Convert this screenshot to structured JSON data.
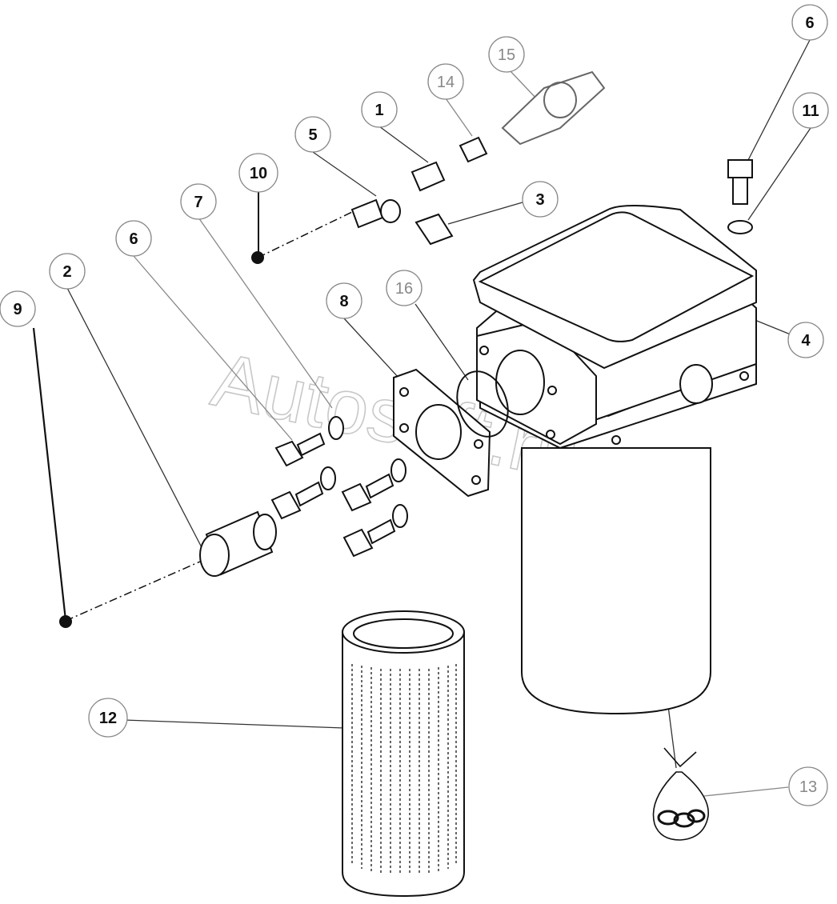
{
  "watermark": "Autosoft.ru",
  "callouts": [
    {
      "id": "c1",
      "label": "1"
    },
    {
      "id": "c2",
      "label": "2"
    },
    {
      "id": "c3",
      "label": "3"
    },
    {
      "id": "c4",
      "label": "4"
    },
    {
      "id": "c5",
      "label": "5"
    },
    {
      "id": "c6a",
      "label": "6"
    },
    {
      "id": "c6b",
      "label": "6"
    },
    {
      "id": "c7",
      "label": "7"
    },
    {
      "id": "c8",
      "label": "8"
    },
    {
      "id": "c9",
      "label": "9"
    },
    {
      "id": "c10",
      "label": "10"
    },
    {
      "id": "c11",
      "label": "11"
    },
    {
      "id": "c12",
      "label": "12"
    },
    {
      "id": "c13",
      "label": "13"
    },
    {
      "id": "c14",
      "label": "14"
    },
    {
      "id": "c15",
      "label": "15"
    },
    {
      "id": "c16",
      "label": "16"
    }
  ],
  "colors": {
    "line": "#111111",
    "light": "#888888",
    "watermark": "#c8c8c8"
  }
}
